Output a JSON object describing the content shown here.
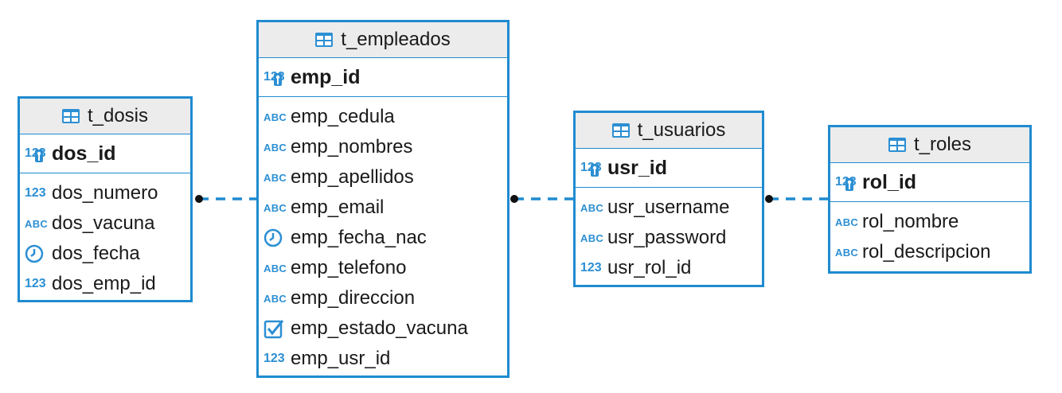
{
  "colors": {
    "border": "#1f8bd0",
    "header_bg": "#ececec",
    "icon": "#2c8fd3"
  },
  "tables": [
    {
      "name": "t_dosis",
      "pk": {
        "name": "dos_id",
        "type_label": "123"
      },
      "columns": [
        {
          "name": "dos_numero",
          "type": "number",
          "type_label": "123"
        },
        {
          "name": "dos_vacuna",
          "type": "text",
          "type_label": "ABC"
        },
        {
          "name": "dos_fecha",
          "type": "date",
          "type_label": "clock-icon"
        },
        {
          "name": "dos_emp_id",
          "type": "number",
          "type_label": "123"
        }
      ]
    },
    {
      "name": "t_empleados",
      "pk": {
        "name": "emp_id",
        "type_label": "123"
      },
      "columns": [
        {
          "name": "emp_cedula",
          "type": "text",
          "type_label": "ABC"
        },
        {
          "name": "emp_nombres",
          "type": "text",
          "type_label": "ABC"
        },
        {
          "name": "emp_apellidos",
          "type": "text",
          "type_label": "ABC"
        },
        {
          "name": "emp_email",
          "type": "text",
          "type_label": "ABC"
        },
        {
          "name": "emp_fecha_nac",
          "type": "date",
          "type_label": "clock-icon"
        },
        {
          "name": "emp_telefono",
          "type": "text",
          "type_label": "ABC"
        },
        {
          "name": "emp_direccion",
          "type": "text",
          "type_label": "ABC"
        },
        {
          "name": "emp_estado_vacuna",
          "type": "bool",
          "type_label": "checkbox-icon"
        },
        {
          "name": "emp_usr_id",
          "type": "number",
          "type_label": "123"
        }
      ]
    },
    {
      "name": "t_usuarios",
      "pk": {
        "name": "usr_id",
        "type_label": "123"
      },
      "columns": [
        {
          "name": "usr_username",
          "type": "text",
          "type_label": "ABC"
        },
        {
          "name": "usr_password",
          "type": "text",
          "type_label": "ABC"
        },
        {
          "name": "usr_rol_id",
          "type": "number",
          "type_label": "123"
        }
      ]
    },
    {
      "name": "t_roles",
      "pk": {
        "name": "rol_id",
        "type_label": "123"
      },
      "columns": [
        {
          "name": "rol_nombre",
          "type": "text",
          "type_label": "ABC"
        },
        {
          "name": "rol_descripcion",
          "type": "text",
          "type_label": "ABC"
        }
      ]
    }
  ],
  "relations": [
    {
      "from": "t_dosis",
      "to": "t_empleados"
    },
    {
      "from": "t_empleados",
      "to": "t_usuarios"
    },
    {
      "from": "t_usuarios",
      "to": "t_roles"
    }
  ]
}
